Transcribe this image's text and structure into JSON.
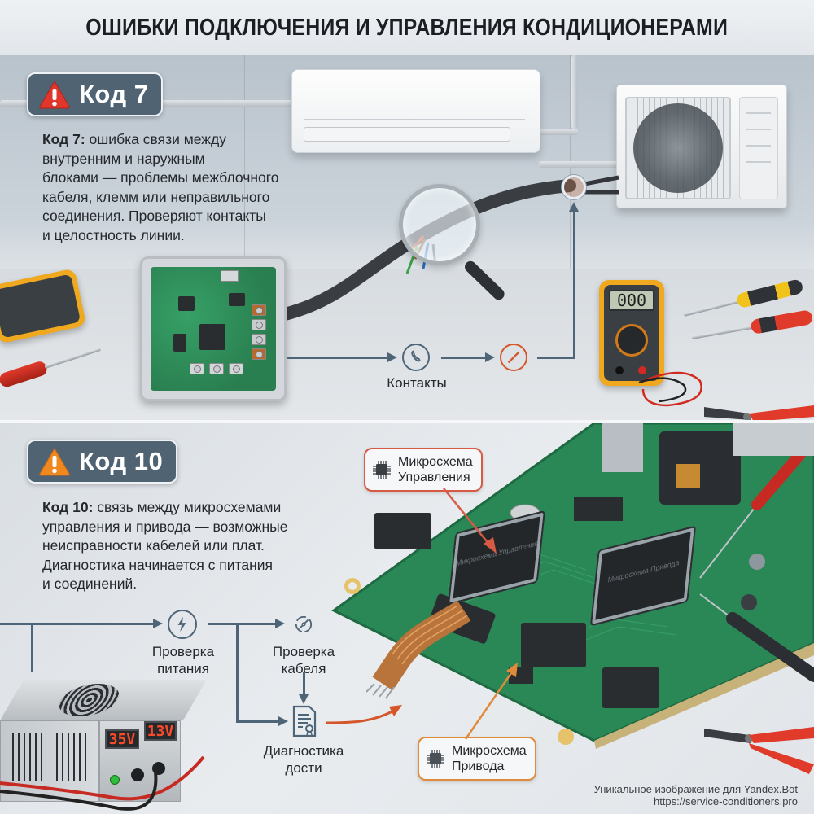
{
  "page": {
    "title": "ОШИБКИ ПОДКЛЮЧЕНИЯ И УПРАВЛЕНИЯ КОНДИЦИОНЕРАМИ"
  },
  "colors": {
    "badge_bg": "#4f6373",
    "warn_red": "#e0362b",
    "warn_orange": "#f0881f",
    "flow_line": "#4d6577",
    "accent_orange": "#d4562a",
    "callout_red_border": "#d65a44",
    "callout_orange_border": "#e08a3c",
    "pcb_green": "#2a8756"
  },
  "code7": {
    "badge_label": "Код 7",
    "badge_icon": "warning-triangle-red",
    "desc_bold": "Код 7:",
    "desc_lines": [
      " ошибка связи между",
      "внутренним и наружным",
      "блоками — проблемы межблочного",
      "кабеля, клемм или неправильного",
      "соединения. Проверяют контакты",
      "и целостность линии."
    ],
    "flow": {
      "step1_icon": "phone-contact-icon",
      "step1_label": "Контакты",
      "step2_icon": "broken-wire-icon"
    },
    "multimeter_display": "000",
    "illustration": {
      "indoor_unit": "wall-mounted indoor AC unit",
      "outdoor_unit": "outdoor AC unit with fan",
      "magnifier": "magnifying glass over frayed cable",
      "junction_box": "open control box with PCB and terminal blocks"
    }
  },
  "code10": {
    "badge_label": "Код 10",
    "badge_icon": "warning-triangle-orange",
    "desc_bold": "Код 10:",
    "desc_lines": [
      " связь между микросхемами",
      "управления и привода — возможные",
      "неисправности кабелей или плат.",
      "Диагностика начинается с питания",
      "и соединений."
    ],
    "flow": {
      "power_check_icon": "lightning-icon",
      "power_check_label_1": "Проверка",
      "power_check_label_2": "питания",
      "cable_check_icon": "cable-cut-icon",
      "cable_check_label_1": "Проверка",
      "cable_check_label_2": "кабеля",
      "diagnostics_icon": "document-certificate-icon",
      "diagnostics_label_1": "Диагностика",
      "diagnostics_label_2": "дости"
    },
    "callouts": {
      "control_chip_1": "Микросхема",
      "control_chip_2": "Управления",
      "drive_chip_1": "Микросхема",
      "drive_chip_2": "Привода"
    },
    "chip_labels": {
      "control": "Микросхема Управления",
      "drive": "Микросхема Привода"
    },
    "psu": {
      "display_left": "35V",
      "display_right": "13V"
    }
  },
  "watermark": {
    "line1": "Уникальное изображение для Yandex.Bot",
    "line2": "https://service-conditioners.pro"
  }
}
